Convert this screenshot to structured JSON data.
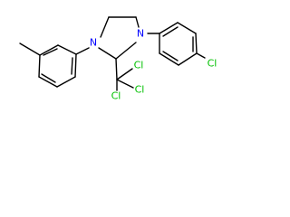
{
  "structure": {
    "atoms": {
      "n_left": "N",
      "n_right": "N",
      "cl_top": "Cl",
      "cl_right": "Cl",
      "cl_bottom": "Cl",
      "cl_aryl": "Cl"
    },
    "colors": {
      "bond": "#000000",
      "nitrogen": "#0000ff",
      "chlorine": "#00c000"
    }
  }
}
